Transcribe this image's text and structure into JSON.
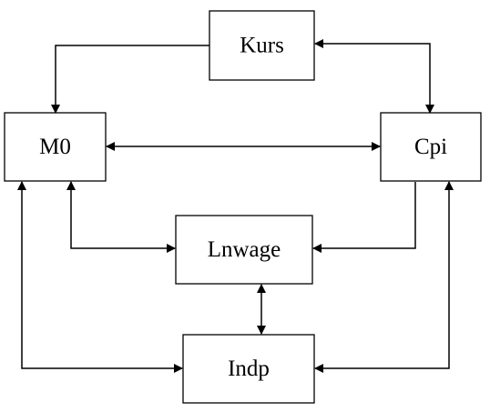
{
  "diagram": {
    "nodes": [
      {
        "id": "kurs",
        "label": "Kurs"
      },
      {
        "id": "m0",
        "label": "M0"
      },
      {
        "id": "cpi",
        "label": "Cpi"
      },
      {
        "id": "lnwage",
        "label": "Lnwage"
      },
      {
        "id": "indp",
        "label": "Indp"
      }
    ],
    "edges": [
      {
        "from": "kurs",
        "to": "m0",
        "direction": "one-way"
      },
      {
        "from": "kurs",
        "to": "cpi",
        "direction": "two-way"
      },
      {
        "from": "m0",
        "to": "cpi",
        "direction": "two-way"
      },
      {
        "from": "m0",
        "to": "lnwage",
        "direction": "two-way"
      },
      {
        "from": "cpi",
        "to": "lnwage",
        "direction": "one-way"
      },
      {
        "from": "lnwage",
        "to": "indp",
        "direction": "two-way"
      },
      {
        "from": "m0",
        "to": "indp",
        "direction": "two-way"
      },
      {
        "from": "indp",
        "to": "cpi",
        "direction": "two-way"
      }
    ],
    "colors": {
      "stroke": "#000000",
      "fill": "#ffffff"
    }
  }
}
